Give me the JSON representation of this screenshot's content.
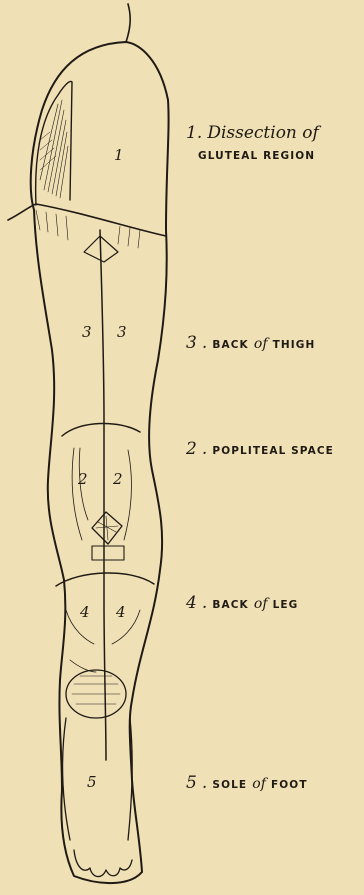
{
  "figure": {
    "background": "#efe0b6",
    "ink": "#1f1a14",
    "legend": [
      {
        "number": "1",
        "sep": ".",
        "line1_italic": "Dissection of",
        "line2": "GLUTEAL REGION"
      },
      {
        "number": "3",
        "sep": ".",
        "pre": "BACK",
        "of": "of",
        "post": "THIGH"
      },
      {
        "number": "2",
        "sep": ".",
        "text": "POPLITEAL SPACE"
      },
      {
        "number": "4",
        "sep": ".",
        "pre": "BACK",
        "of": "of",
        "post": "LEG"
      },
      {
        "number": "5",
        "sep": ".",
        "pre": "SOLE",
        "of": "of",
        "post": "FOOT"
      }
    ],
    "region_marks": {
      "gluteal": "1",
      "thigh_left": "3",
      "thigh_right": "3",
      "popliteal_left": "2",
      "popliteal_right": "2",
      "leg_left": "4",
      "leg_right": "4",
      "foot": "5"
    }
  }
}
